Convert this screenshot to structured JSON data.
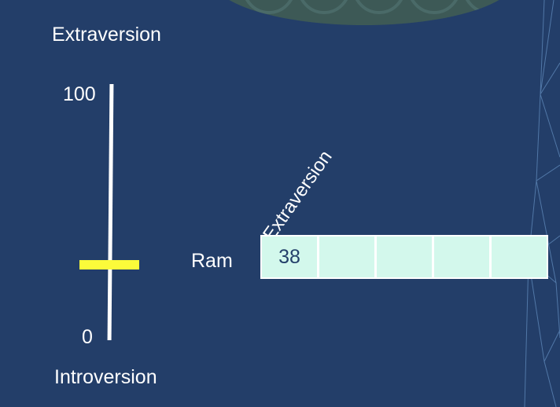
{
  "scale": {
    "top_label": "Extraversion",
    "bottom_label": "Introversion",
    "max_tick": "100",
    "min_tick": "0",
    "value": 38,
    "min": 0,
    "max": 100,
    "marker_color": "#fbfb3a"
  },
  "table": {
    "column_header": "Extraversion",
    "row_label": "Ram",
    "cells": [
      "38",
      "",
      "",
      "",
      ""
    ]
  }
}
